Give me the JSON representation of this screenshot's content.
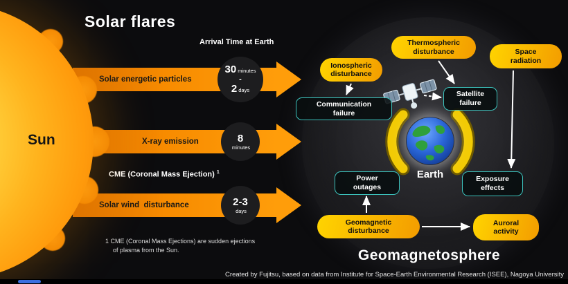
{
  "title": "Solar flares",
  "sun": {
    "label": "Sun"
  },
  "arrival_time_label": "Arrival Time at Earth",
  "arrows": [
    {
      "label": "Solar energetic particles"
    },
    {
      "label": "X-ray emission"
    },
    {
      "label": "Solar wind  disturbance"
    }
  ],
  "timers": [
    {
      "big1": "30",
      "small1": "minutes",
      "sep": "-",
      "big2": "2",
      "small2": "days"
    },
    {
      "big": "8",
      "small": "minutes"
    },
    {
      "big": "2-3",
      "small": "days"
    }
  ],
  "cme": {
    "label": "CME (Coronal Mass Ejection)",
    "sup": "1"
  },
  "footnote": {
    "line1": "1  CME (Coronal Mass Ejections) are sudden ejections",
    "line2": "of plasma from the Sun."
  },
  "magnetosphere": {
    "earth_label": "Earth",
    "title": "Geomagnetosphere",
    "causes": [
      {
        "line1": "Ionospheric",
        "line2": "disturbance"
      },
      {
        "line1": "Thermospheric",
        "line2": "disturbance"
      },
      {
        "line1": "Space",
        "line2": "radiation"
      },
      {
        "line1": "Geomagnetic",
        "line2": "disturbance"
      },
      {
        "line1": "Auroral",
        "line2": "activity"
      }
    ],
    "effects": [
      {
        "line1": "Communication",
        "line2": "failure"
      },
      {
        "line1": "Satellite",
        "line2": "failure"
      },
      {
        "line1": "Power",
        "line2": "outages"
      },
      {
        "line1": "Exposure",
        "line2": "effects"
      }
    ]
  },
  "icons": {
    "satellite": "satellite-icon",
    "earth": "earth-globe-icon",
    "radiation_belts": "radiation-belt-icon"
  },
  "credit": "Created by Fujitsu, based on data from Institute for Space-Earth Environmental Research (ISEE), Nagoya University",
  "colors": {
    "bg": "#0c0c0e",
    "arrow_orange": "#f78b00",
    "arrow_orange_dark": "#d96f00",
    "pill_yellow": "#ffd400",
    "pill_orange": "#f39c00",
    "teal": "#3cc3bd",
    "belt_yellow": "#f2cb05",
    "earth_blue": "#2a66d8",
    "earth_green": "#2fa03c",
    "progress_blue": "#3b6fe0"
  }
}
